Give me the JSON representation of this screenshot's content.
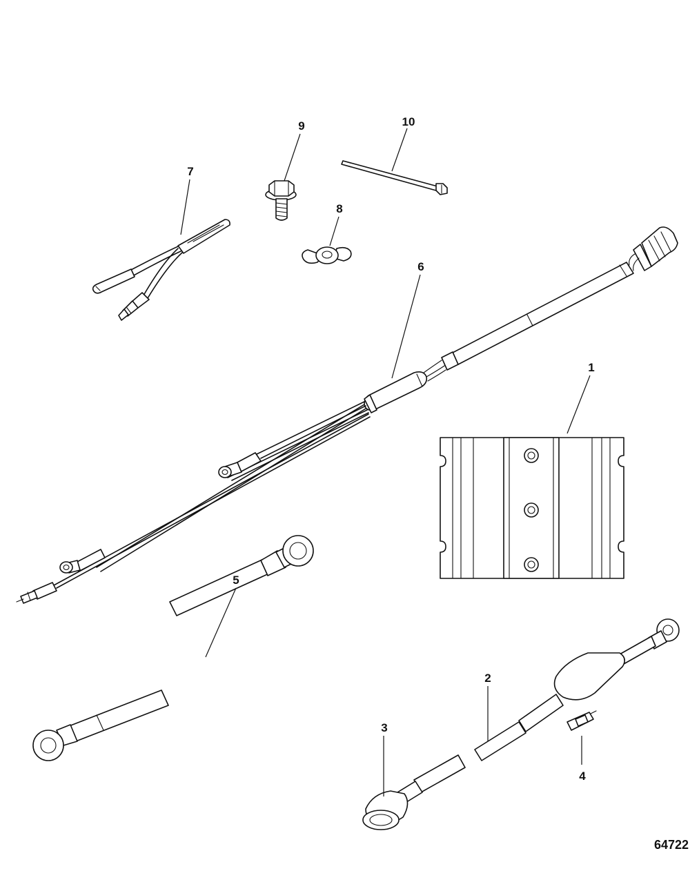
{
  "callouts": {
    "c1": "1",
    "c2": "2",
    "c3": "3",
    "c4": "4",
    "c5": "5",
    "c6": "6",
    "c7": "7",
    "c8": "8",
    "c9": "9",
    "c10": "10"
  },
  "figure_id": "64722"
}
